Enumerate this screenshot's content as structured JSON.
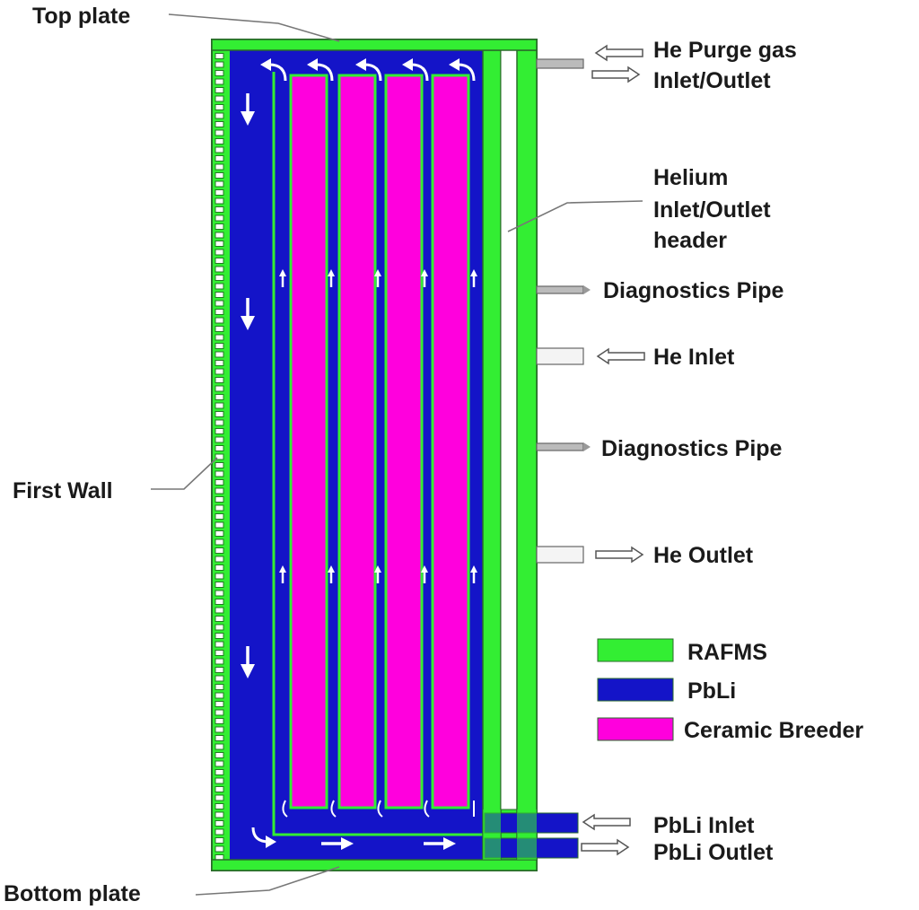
{
  "colors": {
    "rafms": "#33ee33",
    "pbli": "#1414c8",
    "ceramic": "#ff00dd",
    "arrow": "#ffffff",
    "leader": "#777777"
  },
  "labels": {
    "top_plate": "Top plate",
    "first_wall": "First Wall",
    "bottom_plate": "Bottom plate",
    "he_purge_line1": "He Purge gas",
    "he_purge_line2": "Inlet/Outlet",
    "helium_header_line1": "Helium",
    "helium_header_line2": "Inlet/Outlet",
    "helium_header_line3": "header",
    "diagnostics_pipe_1": "Diagnostics Pipe",
    "he_inlet": "He Inlet",
    "diagnostics_pipe_2": "Diagnostics Pipe",
    "he_outlet": "He Outlet",
    "pbli_inlet": "PbLi Inlet",
    "pbli_outlet": "PbLi Outlet"
  },
  "legend": [
    {
      "label": "RAFMS",
      "color": "#33ee33"
    },
    {
      "label": "PbLi",
      "color": "#1414c8"
    },
    {
      "label": "Ceramic Breeder",
      "color": "#ff00dd"
    }
  ],
  "arrow_icons": [
    "arrow-down-icon",
    "arrow-up-icon",
    "arrow-right-icon",
    "arrow-left-icon",
    "turn-arrow-icon"
  ]
}
